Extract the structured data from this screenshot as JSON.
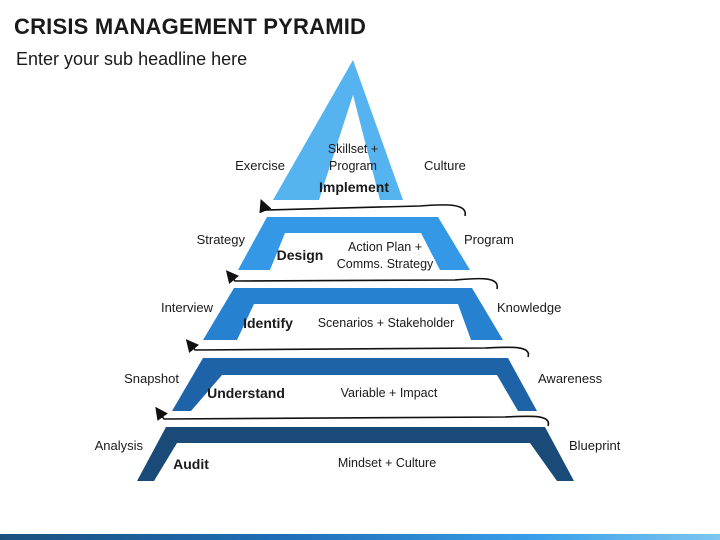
{
  "title": "CRISIS MANAGEMENT PYRAMID",
  "subtitle": "Enter your sub headline here",
  "colors": {
    "implement": "#55b3f0",
    "design": "#3498e6",
    "identify": "#2681d0",
    "understand": "#1e63a8",
    "audit": "#194a78",
    "arrow": "#111111"
  },
  "levels": [
    {
      "name": "Implement",
      "inner_line1": "Skillset +",
      "inner_line2": "Program",
      "left_label": "Exercise",
      "right_label": "Culture"
    },
    {
      "name": "Design",
      "inner_line1": "Action Plan +",
      "inner_line2": "Comms. Strategy",
      "left_label": "Strategy",
      "right_label": "Program"
    },
    {
      "name": "Identify",
      "inner_line1": "Scenarios + Stakeholder",
      "left_label": "Interview",
      "right_label": "Knowledge"
    },
    {
      "name": "Understand",
      "inner_line1": "Variable + Impact",
      "left_label": "Snapshot",
      "right_label": "Awareness"
    },
    {
      "name": "Audit",
      "inner_line1": "Mindset + Culture",
      "left_label": "Analysis",
      "right_label": "Blueprint"
    }
  ]
}
